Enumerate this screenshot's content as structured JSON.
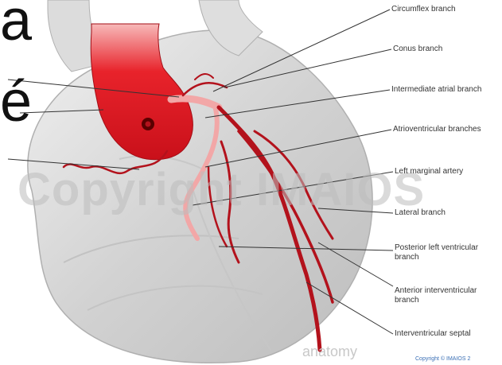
{
  "page": {
    "big_letter_top": "a",
    "big_letter_mid": "é"
  },
  "labels": [
    {
      "id": "circumflex",
      "text": "Circumflex branch"
    },
    {
      "id": "conus",
      "text": "Conus branch"
    },
    {
      "id": "intermediate-atrial",
      "text": "Intermediate atrial branch"
    },
    {
      "id": "atrioventricular",
      "text": "Atrioventricular branches"
    },
    {
      "id": "left-marginal",
      "text": "Left marginal artery"
    },
    {
      "id": "lateral",
      "text": "Lateral branch"
    },
    {
      "id": "posterior-left-ventricular",
      "text": "Posterior left ventricular\nbranch"
    },
    {
      "id": "anterior-interventricular",
      "text": "Anterior interventricular\nbranch"
    },
    {
      "id": "interventricular-septal",
      "text": "Interventricular septal"
    }
  ],
  "watermark": {
    "main": "Copyright IMAIOS",
    "small": "anatomy"
  },
  "footer": {
    "copyright": "Copyright © IMAIOS 2"
  },
  "colors": {
    "artery": "#b3121c",
    "artery_light": "#f2a7a7",
    "aorta": "#e01b24",
    "heart_gray": "#d9d9d9",
    "leader": "#333333"
  }
}
